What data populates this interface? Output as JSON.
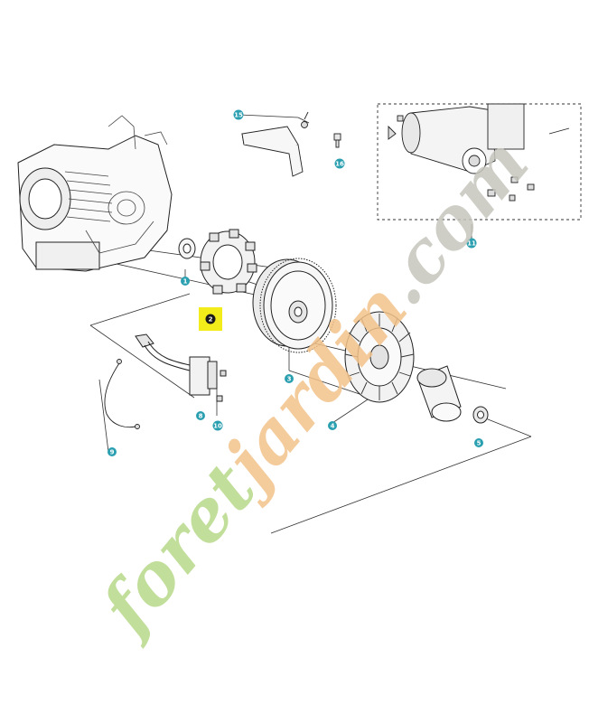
{
  "diagram": {
    "callouts": [
      {
        "id": "c1",
        "label": "1"
      },
      {
        "id": "c2",
        "label": "2"
      },
      {
        "id": "c3",
        "label": "3"
      },
      {
        "id": "c4",
        "label": "4"
      },
      {
        "id": "c5",
        "label": "5"
      },
      {
        "id": "c8",
        "label": "8"
      },
      {
        "id": "c9",
        "label": "9"
      },
      {
        "id": "c10",
        "label": "10"
      },
      {
        "id": "c11",
        "label": "11"
      },
      {
        "id": "c15",
        "label": "15"
      },
      {
        "id": "c16",
        "label": "16"
      }
    ],
    "highlighted_callout": "2",
    "callout_color": "#2a9fb0",
    "highlight_color": "#f2ec1b"
  },
  "watermark": {
    "part1": "foret",
    "part2": "jardin",
    "part3": ".com",
    "green": "#b8d98a",
    "orange": "#f3c28a",
    "gray": "#c6c6bd"
  }
}
